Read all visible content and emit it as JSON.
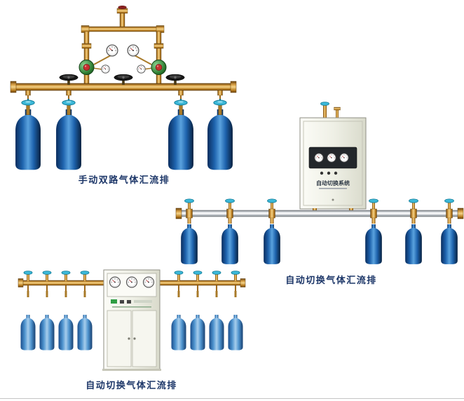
{
  "page": {
    "background": "#ffffff",
    "type": "gas-manifold-product-illustrations"
  },
  "captions": {
    "manual": "手动双路气体汇流排",
    "auto_wall": "自动切换气体汇流排",
    "auto_floor": "自动切换气体汇流排"
  },
  "cabinet": {
    "label": "自动切换系统"
  },
  "scenes": [
    {
      "id": "manual-dual-manifold",
      "caption": "手动双路气体汇流排",
      "cylinder_count": 4,
      "gauge_count": 4,
      "handwheel_count": 3
    },
    {
      "id": "auto-switch-wall-manifold",
      "caption": "自动切换气体汇流排",
      "cylinder_count": 6,
      "gauge_count": 3
    },
    {
      "id": "auto-switch-floor-manifold",
      "caption": "自动切换气体汇流排",
      "cylinder_count": 8,
      "gauge_count": 3
    }
  ],
  "colors": {
    "caption_text": "#1c3668",
    "cylinder_dark_blue": "#1e63ad",
    "cylinder_light_blue": "#4f94cf",
    "brass_pipe": "#d8a045",
    "silver_pipe": "#dfe3e6",
    "valve_cyan": "#3cb8d8",
    "regulator_green": "#2e7d32",
    "cabinet_body": "#eff0e6"
  }
}
